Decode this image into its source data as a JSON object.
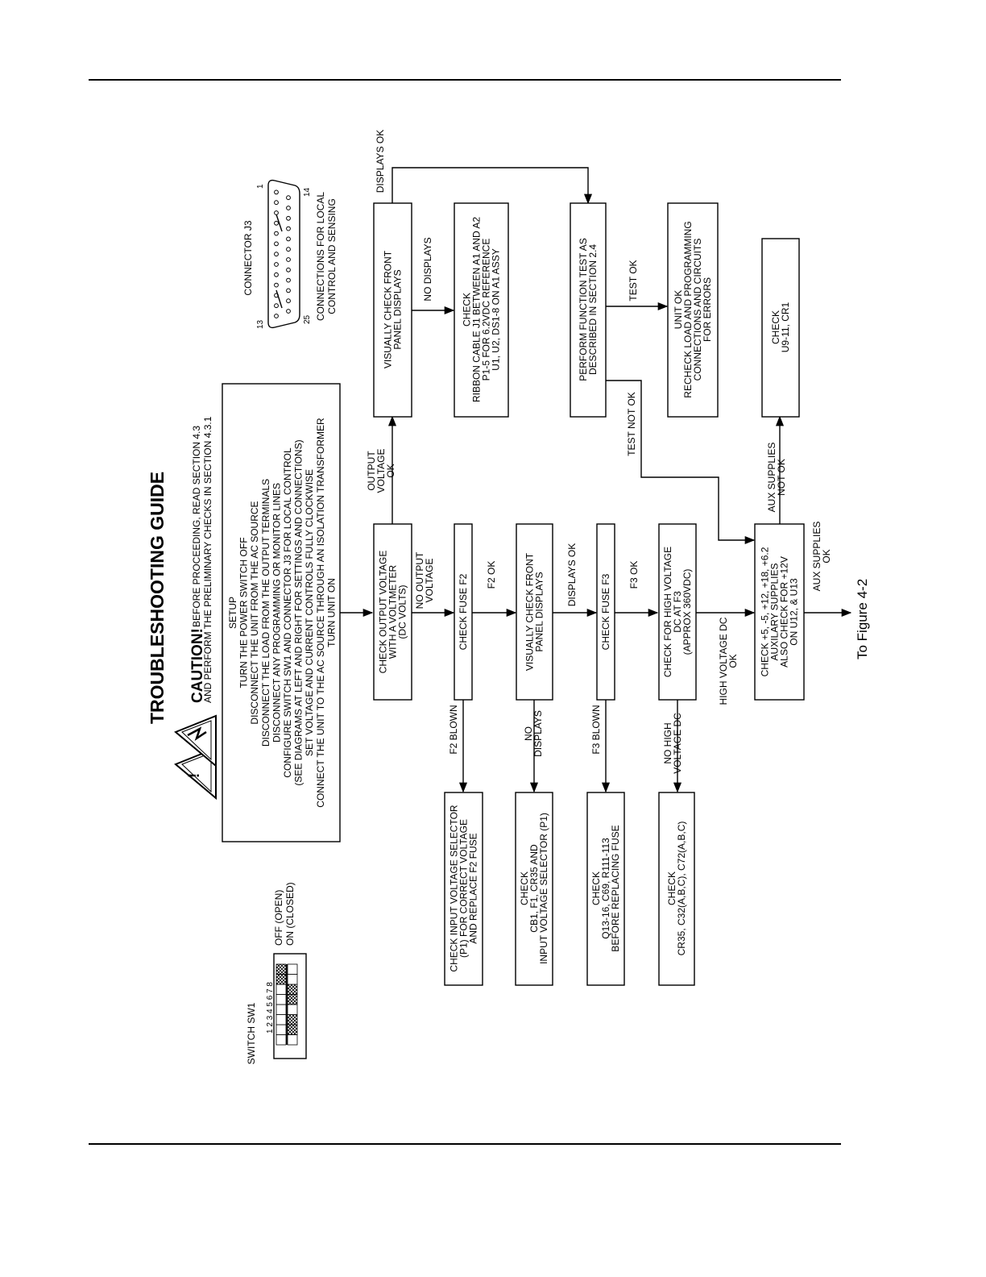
{
  "title": "TROUBLESHOOTING GUIDE",
  "caution": {
    "label": "CAUTION!",
    "line1": "BEFORE PROCEEDING, READ SECTION 4.3",
    "line2": "AND PERFORM THE PRELIMINARY CHECKS IN SECTION 4.3.1"
  },
  "setup": {
    "heading": "SETUP",
    "lines": [
      "TURN THE POWER SWITCH OFF",
      "DISCONNECT THE UNIT FROM THE AC SOURCE",
      "DISCONNECT THE LOAD FROM THE OUTPUT TERMINALS",
      "DISCONNECT ANY PROGRAMMING OR MONITOR LINES",
      "CONFIGURE SWITCH SW1 AND CONNECTOR J3 FOR LOCAL CONTROL",
      "(SEE DIAGRAMS AT LEFT AND RIGHT FOR SETTINGS AND CONNECTIONS)",
      "SET VOLTAGE AND CURRENT CONTROLS FULLY CLOCKWISE",
      "CONNECT THE UNIT TO THE AC SOURCE THROUGH AN ISOLATION TRANSFORMER",
      "TURN UNIT ON"
    ]
  },
  "switch_sw1": {
    "label": "SWITCH SW1",
    "numbers": "1 2 3 4 5 6 7 8",
    "off_label": "OFF (OPEN)",
    "on_label": "ON (CLOSED)"
  },
  "connector_j3": {
    "label": "CONNECTOR J3",
    "pin_13": "13",
    "pin_1": "1",
    "pin_25": "25",
    "pin_14": "14",
    "caption_1": "CONNECTIONS FOR LOCAL",
    "caption_2": "CONTROL AND SENSING"
  },
  "boxes": {
    "check_output": [
      "CHECK OUTPUT VOLTAGE",
      "WITH A VOLTMETER",
      "(DC VOLTS)"
    ],
    "check_f2": [
      "CHECK FUSE F2"
    ],
    "visual_check_1": [
      "VISUALLY CHECK FRONT",
      "PANEL DISPLAYS"
    ],
    "check_f3": [
      "CHECK FUSE F3"
    ],
    "check_hv": [
      "CHECK FOR HIGH VOLTAGE",
      "DC AT F3",
      "(APPROX 360VDC)"
    ],
    "check_aux": [
      "CHECK +5, -5, +12, +18, +6.2",
      "AUXILARY SUPPLIES",
      "ALSO CHECK FOR +12V",
      "ON U12, & U13"
    ],
    "visual_check_2": [
      "VISUALLY CHECK FRONT",
      "PANEL DISPLAYS"
    ],
    "check_ribbon": [
      "CHECK",
      "RIBBON CABLE J1 BETWEEN A1 AND A2",
      "P1-5 FOR 6.2VDC REFERENCE",
      "U1, U2, DS1-8 ON A1 ASSY"
    ],
    "function_test": [
      "PERFORM FUNCTION TEST AS",
      "DESCRIBED IN SECTION 2.4"
    ],
    "unit_ok": [
      "UNIT OK",
      "RECHECK LOAD AND PROGRAMMING",
      "CONNECTIONS AND CIRCUITS",
      "FOR ERRORS"
    ],
    "check_u9": [
      "CHECK",
      "U9-11, CR1"
    ],
    "check_input_sel": [
      "CHECK INPUT VOLTAGE SELECTOR",
      "(P1) FOR CORRECT VOLTAGE",
      "AND REPLACE F2 FUSE"
    ],
    "check_cb1": [
      "CHECK",
      "CB1, F1, CR35 AND",
      "INPUT VOLTAGE SELECTOR (P1)"
    ],
    "check_q13": [
      "CHECK",
      "Q13-16, C69, R111-113",
      "BEFORE REPLACING FUSE"
    ],
    "check_cr35": [
      "CHECK",
      "CR35, C32(A,B,C), C72(A,B,C)"
    ]
  },
  "labels": {
    "no_output": [
      "NO OUTPUT",
      "VOLTAGE"
    ],
    "f2_ok": "F2 OK",
    "displays_ok": "DISPLAYS OK",
    "f3_ok": "F3 OK",
    "hv_ok": [
      "HIGH VOLTAGE DC",
      "OK"
    ],
    "f2_blown": "F2 BLOWN",
    "no_displays_1": [
      "NO",
      "DISPLAYS"
    ],
    "f3_blown": "F3 BLOWN",
    "no_hv": [
      "NO HIGH",
      "VOLTAGE DC"
    ],
    "output_ok": [
      "OUTPUT",
      "VOLTAGE",
      "OK"
    ],
    "displays_ok_top": "DISPLAYS OK",
    "no_displays_2": "NO DISPLAYS",
    "test_ok": "TEST OK",
    "test_not_ok": "TEST NOT OK",
    "aux_not_ok": [
      "AUX SUPPLIES",
      "NOT OK"
    ],
    "aux_ok": [
      "AUX SUPPLIES",
      "OK"
    ],
    "to_figure": "To Figure 4-2"
  }
}
